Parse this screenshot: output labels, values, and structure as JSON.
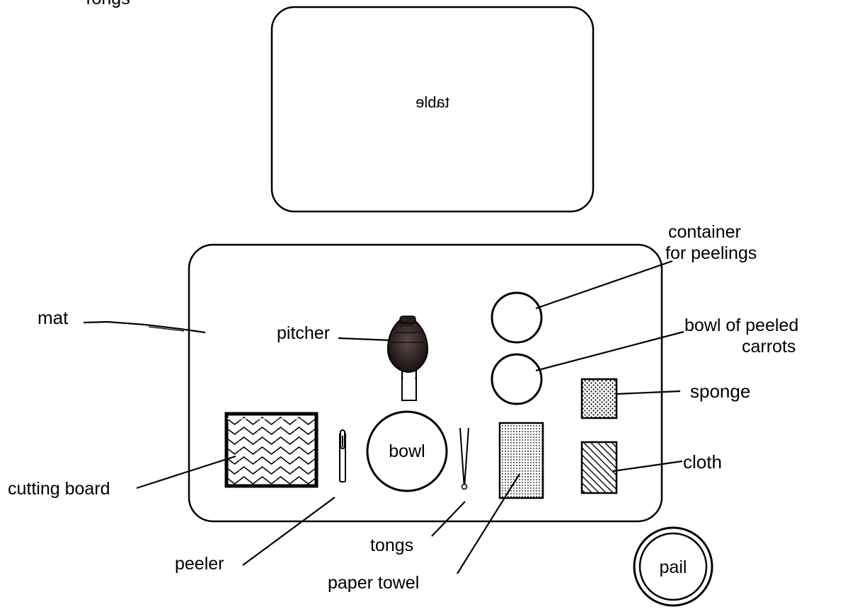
{
  "top_partial_text": "Tongs",
  "table_label": "table",
  "labels": {
    "mat": "mat",
    "pitcher": "pitcher",
    "container_line1": "container",
    "container_line2": "for peelings",
    "bowl_peeled_line1": "bowl of peeled",
    "bowl_peeled_line2": "carrots",
    "sponge": "sponge",
    "cloth": "cloth",
    "bowl": "bowl",
    "cutting_board": "cutting board",
    "peeler": "peeler",
    "tongs": "tongs",
    "paper_towel": "paper towel",
    "pail": "pail"
  },
  "colors": {
    "ink": "#000000",
    "paper": "#ffffff",
    "pitcher_body": "#3a2a28"
  }
}
